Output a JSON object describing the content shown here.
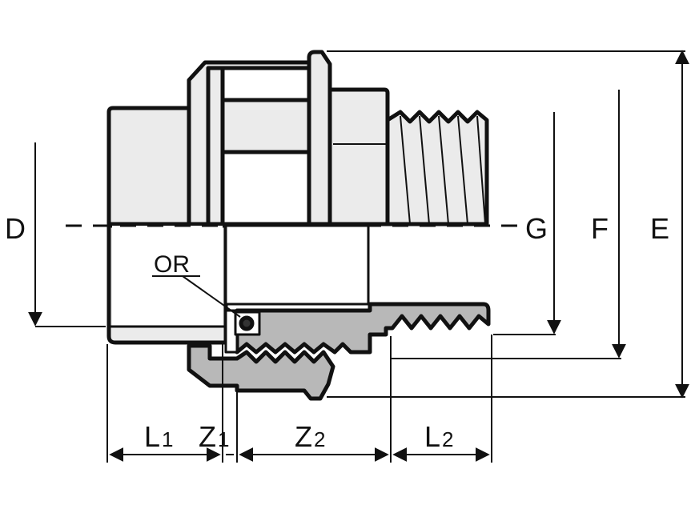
{
  "labels": {
    "D": "D",
    "G": "G",
    "F": "F",
    "E": "E",
    "OR": "OR",
    "L1_main": "L",
    "L1_sub": "1",
    "Z1_main": "Z",
    "Z1_sub": "1",
    "Z2_main": "Z",
    "Z2_sub": "2",
    "L2_main": "L",
    "L2_sub": "2"
  },
  "colors": {
    "line": "#111111",
    "fill_light": "#ebebeb",
    "fill_section": "#b8b8b8",
    "fill_white": "#ffffff"
  }
}
